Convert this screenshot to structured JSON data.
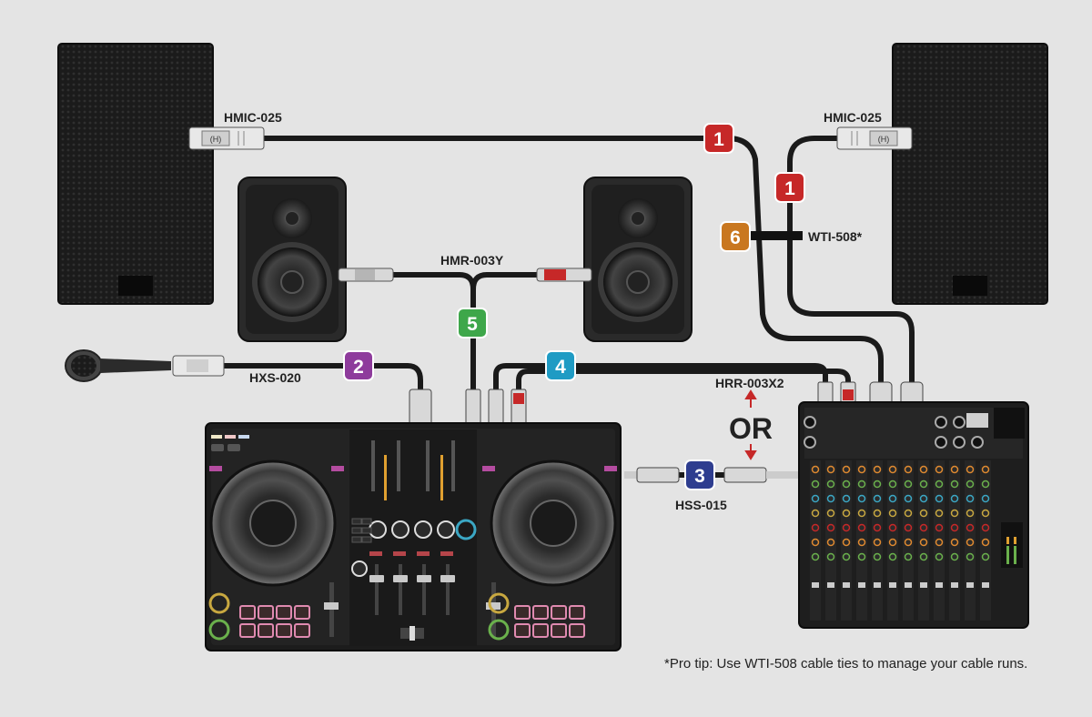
{
  "labels": {
    "hmic_left": "HMIC-025",
    "hmic_right": "HMIC-025",
    "hmr": "HMR-003Y",
    "hxs": "HXS-020",
    "hss": "HSS-015",
    "hrr": "HRR-003X2",
    "or": "OR",
    "wti": "WTI-508*"
  },
  "badges": {
    "b1a": "1",
    "b1b": "1",
    "b2": "2",
    "b3": "3",
    "b4": "4",
    "b5": "5",
    "b6": "6"
  },
  "colors": {
    "badge1": "#c62828",
    "badge2": "#8e3b9c",
    "badge3": "#2e3d8f",
    "badge4": "#1f9bc4",
    "badge5": "#3ea74a",
    "badge6": "#c9771f",
    "cable": "#1a1a1a",
    "background": "#e4e4e4"
  },
  "footnote": "*Pro tip: Use WTI-508 cable ties to manage your cable runs."
}
